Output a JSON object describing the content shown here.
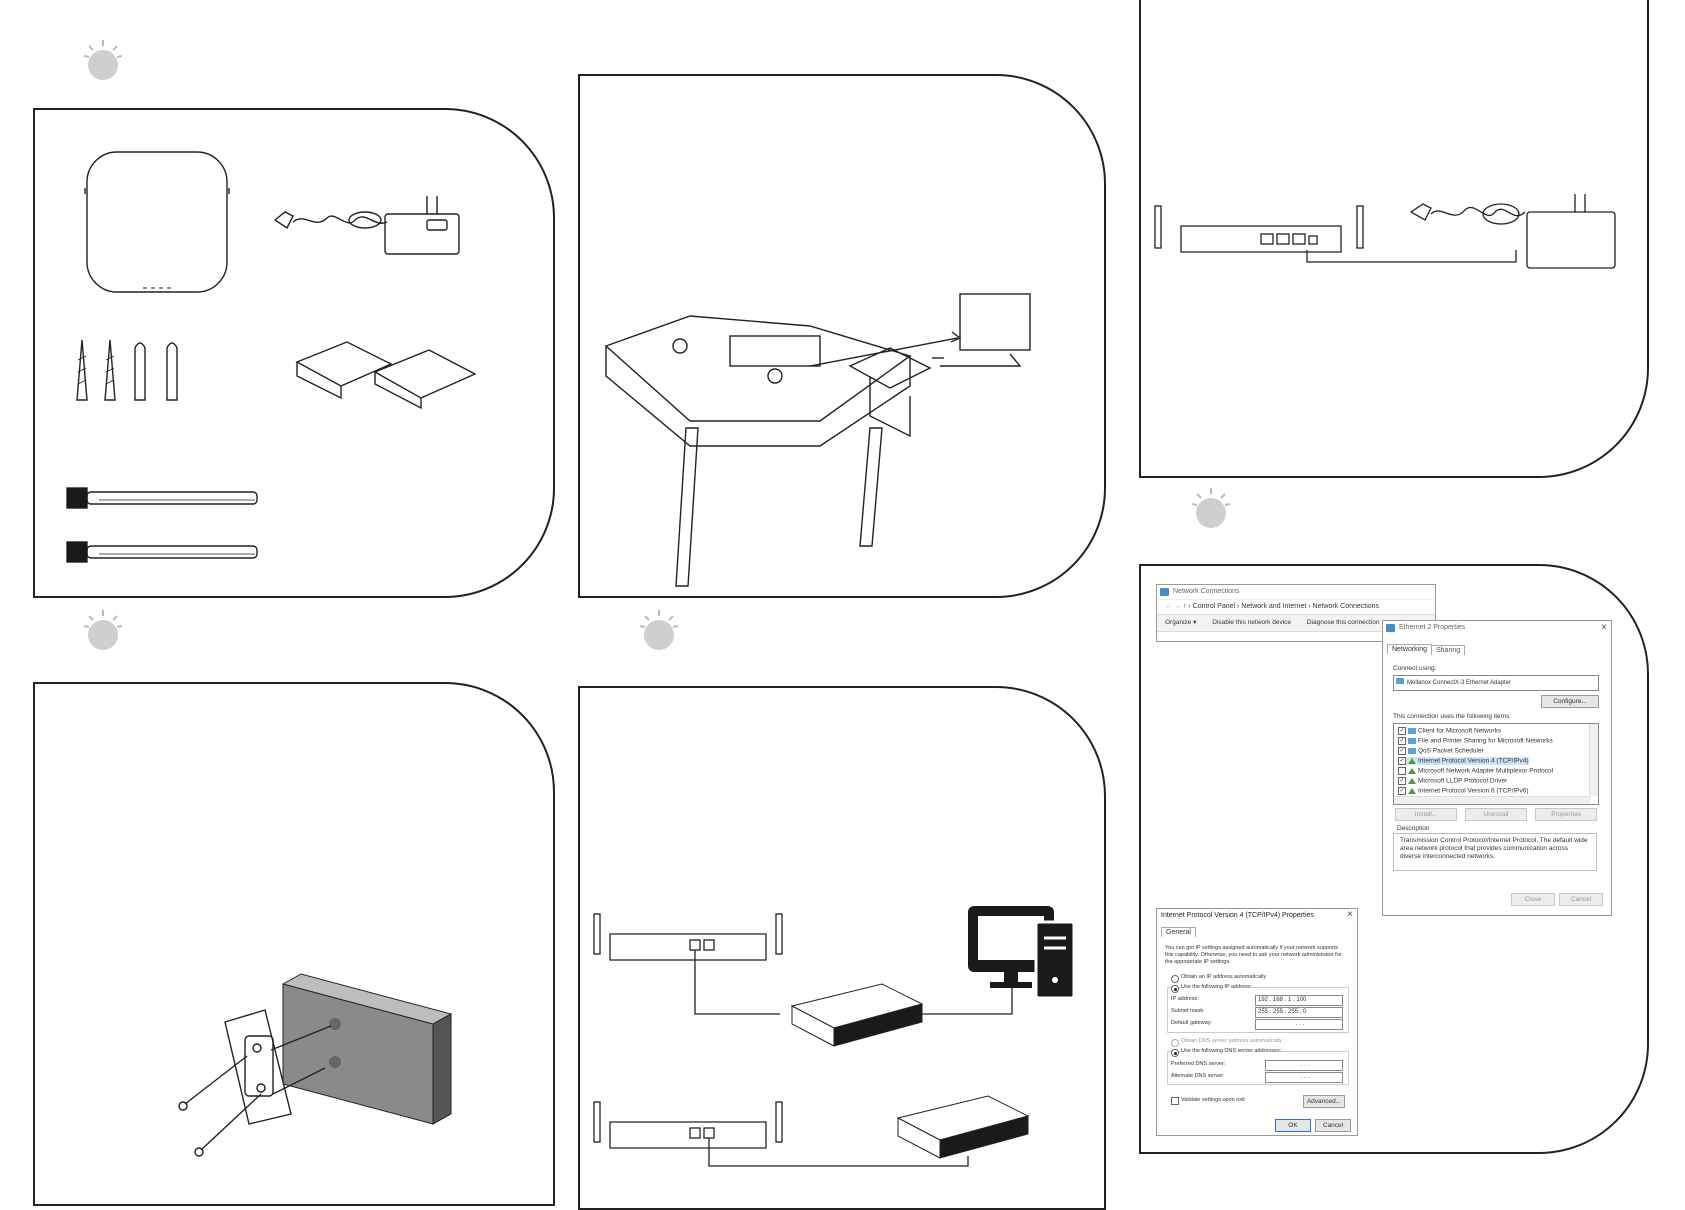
{
  "network_connections": {
    "title": "Network Connections",
    "breadcrumb": [
      "Control Panel",
      "Network and Internet",
      "Network Connections"
    ],
    "commands": [
      "Organize ▾",
      "Disable this network device",
      "Diagnose this connection"
    ]
  },
  "ethernet_properties": {
    "title": "Ethernet 2 Properties",
    "tabs": [
      "Networking",
      "Sharing"
    ],
    "connect_using_label": "Connect using:",
    "adapter": "Mellanox ConnectX-3 Ethernet Adapter",
    "configure_button": "Configure...",
    "items_label": "This connection uses the following items:",
    "items": [
      {
        "label": "Client for Microsoft Networks",
        "checked": true,
        "icon": "network-client-icon"
      },
      {
        "label": "File and Printer Sharing for Microsoft Networks",
        "checked": true,
        "icon": "network-client-icon"
      },
      {
        "label": "QoS Packet Scheduler",
        "checked": true,
        "icon": "network-client-icon"
      },
      {
        "label": "Internet Protocol Version 4 (TCP/IPv4)",
        "checked": true,
        "icon": "protocol-icon"
      },
      {
        "label": "Microsoft Network Adapter Multiplexor Protocol",
        "checked": false,
        "icon": "protocol-icon"
      },
      {
        "label": "Microsoft LLDP Protocol Driver",
        "checked": true,
        "icon": "protocol-icon"
      },
      {
        "label": "Internet Protocol Version 6 (TCP/IPv6)",
        "checked": true,
        "icon": "protocol-icon"
      }
    ],
    "install_button": "Install...",
    "uninstall_button": "Uninstall",
    "properties_button": "Properties",
    "description_label": "Description",
    "description": "Transmission Control Protocol/Internet Protocol. The default wide area network protocol that provides communication across diverse interconnected networks.",
    "close_button": "Close",
    "cancel_button": "Cancel"
  },
  "ipv4_properties": {
    "title": "Internet Protocol Version 4 (TCP/IPv4) Properties",
    "tab": "General",
    "intro": "You can get IP settings assigned automatically if your network supports this capability. Otherwise, you need to ask your network administrator for the appropriate IP settings.",
    "obtain_ip_auto": "Obtain an IP address automatically",
    "use_following_ip": "Use the following IP address:",
    "ip_address_label": "IP address:",
    "ip_address": "192 . 168 .  1  . 100",
    "subnet_mask_label": "Subnet mask:",
    "subnet_mask": "255 . 255 . 255 .  0",
    "default_gateway_label": "Default gateway:",
    "default_gateway": ".      .      .",
    "obtain_dns_auto": "Obtain DNS server address automatically",
    "use_following_dns": "Use the following DNS server addresses:",
    "preferred_dns_label": "Preferred DNS server:",
    "preferred_dns": ".      .      .",
    "alternate_dns_label": "Alternate DNS server:",
    "alternate_dns": ".      .      .",
    "validate_label": "Validate settings upon exit",
    "advanced_button": "Advanced...",
    "ok_button": "OK",
    "cancel_button": "Cancel"
  },
  "colors": {
    "bulb": "#cfcfcf",
    "outline": "#222222",
    "dark_fill": "#1a1a1a",
    "wall": "#8a8a8a"
  }
}
